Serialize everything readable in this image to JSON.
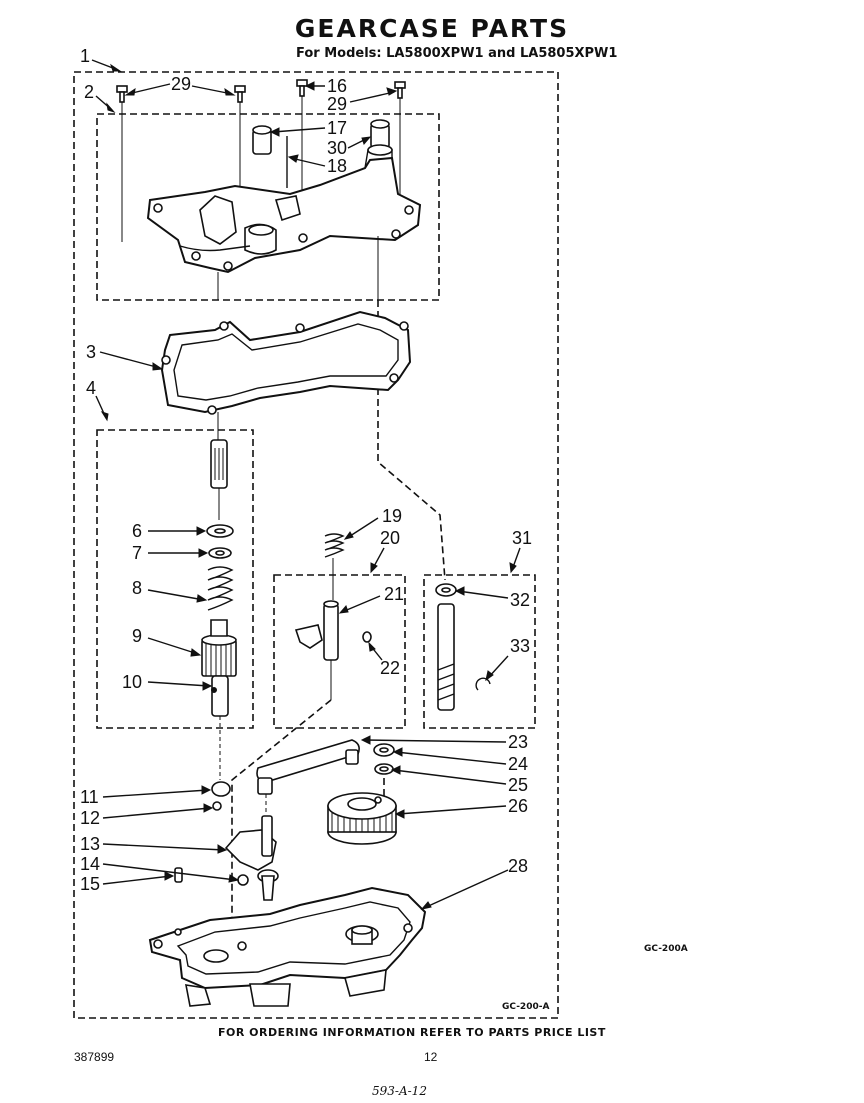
{
  "header": {
    "title": "GEARCASE PARTS",
    "subtitle": "For Models: LA5800XPW1 and   LA5805XPW1"
  },
  "footer": {
    "ordering_note": "FOR ORDERING INFORMATION REFER TO PARTS PRICE LIST",
    "doc_number": "387899",
    "page_number": "12",
    "handwritten": "593-A-12"
  },
  "figure": {
    "code_outside": "GC-200A",
    "code_inside": "GC-200-A"
  },
  "callouts": [
    "1",
    "2",
    "3",
    "4",
    "6",
    "7",
    "8",
    "9",
    "10",
    "11",
    "12",
    "13",
    "14",
    "15",
    "16",
    "17",
    "18",
    "19",
    "20",
    "21",
    "22",
    "23",
    "24",
    "25",
    "26",
    "28",
    "29",
    "30",
    "31",
    "32",
    "33"
  ]
}
